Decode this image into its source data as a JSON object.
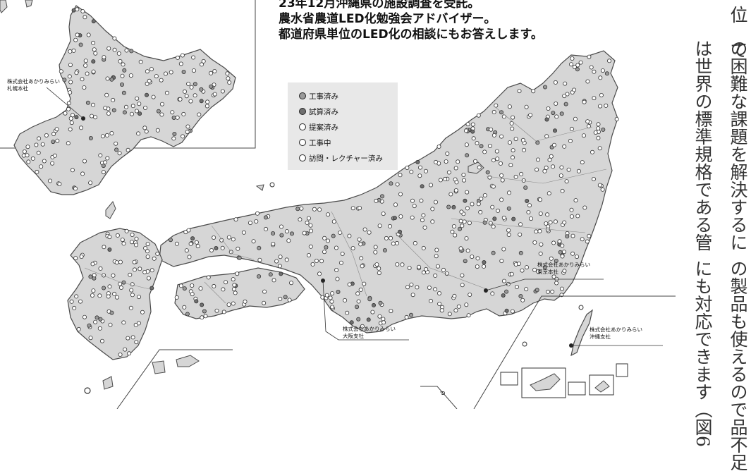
{
  "headline": {
    "line1": "23年12月沖縄県の施設調査を受託。",
    "line2": "農水省農道LED化勉強会アドバイザー。",
    "line3": "都道府県単位のLED化の相談にもお答えします。"
  },
  "legend": {
    "items": [
      {
        "label": "工事済み",
        "fill": "#9a9a9a"
      },
      {
        "label": "試算済み",
        "fill": "#6f6f6f"
      },
      {
        "label": "提案済み",
        "fill": "#ffffff"
      },
      {
        "label": "工事中",
        "fill": "#ffffff"
      },
      {
        "label": "訪問・レクチャー済み",
        "fill": "#ffffff"
      }
    ]
  },
  "offices": {
    "sapporo": {
      "line1": "株式会社あかりみらい",
      "line2": "札幌本社"
    },
    "tokyo": {
      "line1": "株式会社あかりみらい",
      "line2": "東京本社"
    },
    "osaka": {
      "line1": "株式会社あかりみらい",
      "line2": "大阪支社"
    },
    "okinawa": {
      "line1": "株式会社あかりみらい",
      "line2": "沖縄支社"
    }
  },
  "side_text": {
    "col1": "位　て",
    "col2": "は世界の標準規格である管",
    "col3": "の困難な課題を解決するに",
    "col4": "にも対応できます（図6",
    "col5": "の製品も使えるので品不足"
  },
  "colors": {
    "land": "#d6d6d6",
    "outline": "#4a4a4a",
    "text": "#111111",
    "legend_bg": "#e8e8e8"
  }
}
